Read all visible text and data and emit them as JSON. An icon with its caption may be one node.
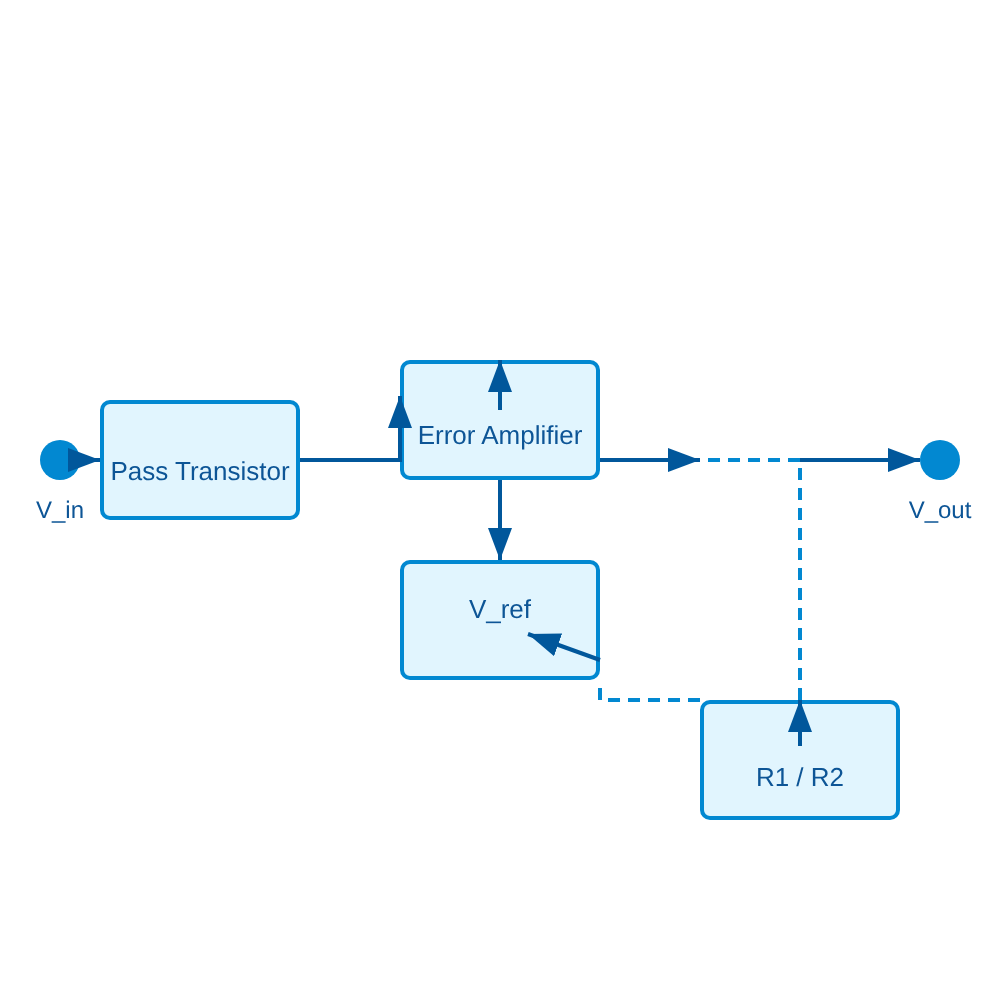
{
  "diagram": {
    "nodes": [
      {
        "text": [],
        "shape": "circle",
        "beside": [
          "V_in"
        ]
      },
      {
        "text": [
          "Pass Transistor"
        ]
      },
      {
        "text": [
          "Error Amplifier"
        ]
      },
      {
        "text": [
          "V_ref"
        ]
      },
      {
        "text": [
          "R1 / R2"
        ]
      },
      {
        "text": [],
        "shape": "circle",
        "beside": [
          "V_out"
        ]
      }
    ],
    "edges": [
      {
        "from": 0,
        "to": 1,
        "arrow": "to"
      },
      {
        "from": 1,
        "to": 2,
        "arrow": "to"
      },
      {
        "from": 2,
        "to": 3,
        "arrow": "to"
      },
      {
        "from": 2,
        "to": null,
        "arrow": "to"
      },
      {
        "from": null,
        "to": 5,
        "arrow": "to"
      },
      {
        "from": 4,
        "to": null,
        "arrow": "none",
        "style": "dashed",
        "color": "#0288d1"
      },
      {
        "from": null,
        "to": 4,
        "arrow": "to"
      },
      {
        "from": null,
        "to": 2,
        "arrow": "to"
      },
      {
        "from": 4,
        "to": 3,
        "arrow": "none",
        "style": "dashed",
        "color": "#0288d1"
      },
      {
        "from": null,
        "to": 3,
        "arrow": "to"
      }
    ]
  }
}
